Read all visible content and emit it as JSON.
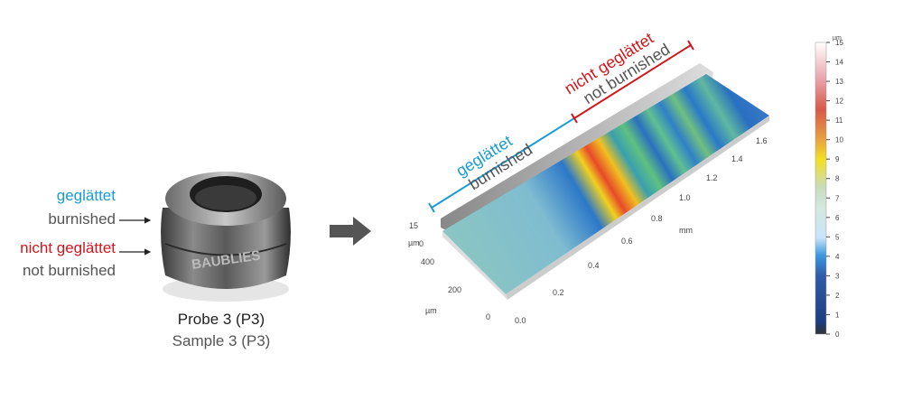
{
  "sample": {
    "label_burnished_de": "geglättet",
    "label_burnished_en": "burnished",
    "label_not_burnished_de": "nicht geglättet",
    "label_not_burnished_en": "not burnished",
    "title_de": "Probe 3 (P3)",
    "title_en": "Sample 3 (P3)",
    "brand": "BAUBLIES"
  },
  "plot": {
    "burnished_de": "geglättet",
    "burnished_en": "burnished",
    "not_burnished_de": "nicht geglättet",
    "not_burnished_en": "not burnished",
    "x_unit": "mm",
    "x_ticks": [
      "0.0",
      "0.2",
      "0.4",
      "0.6",
      "0.8",
      "1.0",
      "1.2",
      "1.4",
      "1.6"
    ],
    "y_unit": "µm",
    "y_ticks": [
      "0",
      "200",
      "400"
    ],
    "z_unit": "µm",
    "z_ticks": [
      "0",
      "15"
    ]
  },
  "colorbar": {
    "unit": "µm",
    "ticks": [
      "0",
      "1",
      "2",
      "3",
      "4",
      "5",
      "6",
      "7",
      "8",
      "9",
      "10",
      "11",
      "12",
      "13",
      "14",
      "15"
    ],
    "range": [
      0,
      15
    ]
  },
  "colors": {
    "blue": "#1a9ad6",
    "red": "#d0161c",
    "text": "#555555"
  }
}
